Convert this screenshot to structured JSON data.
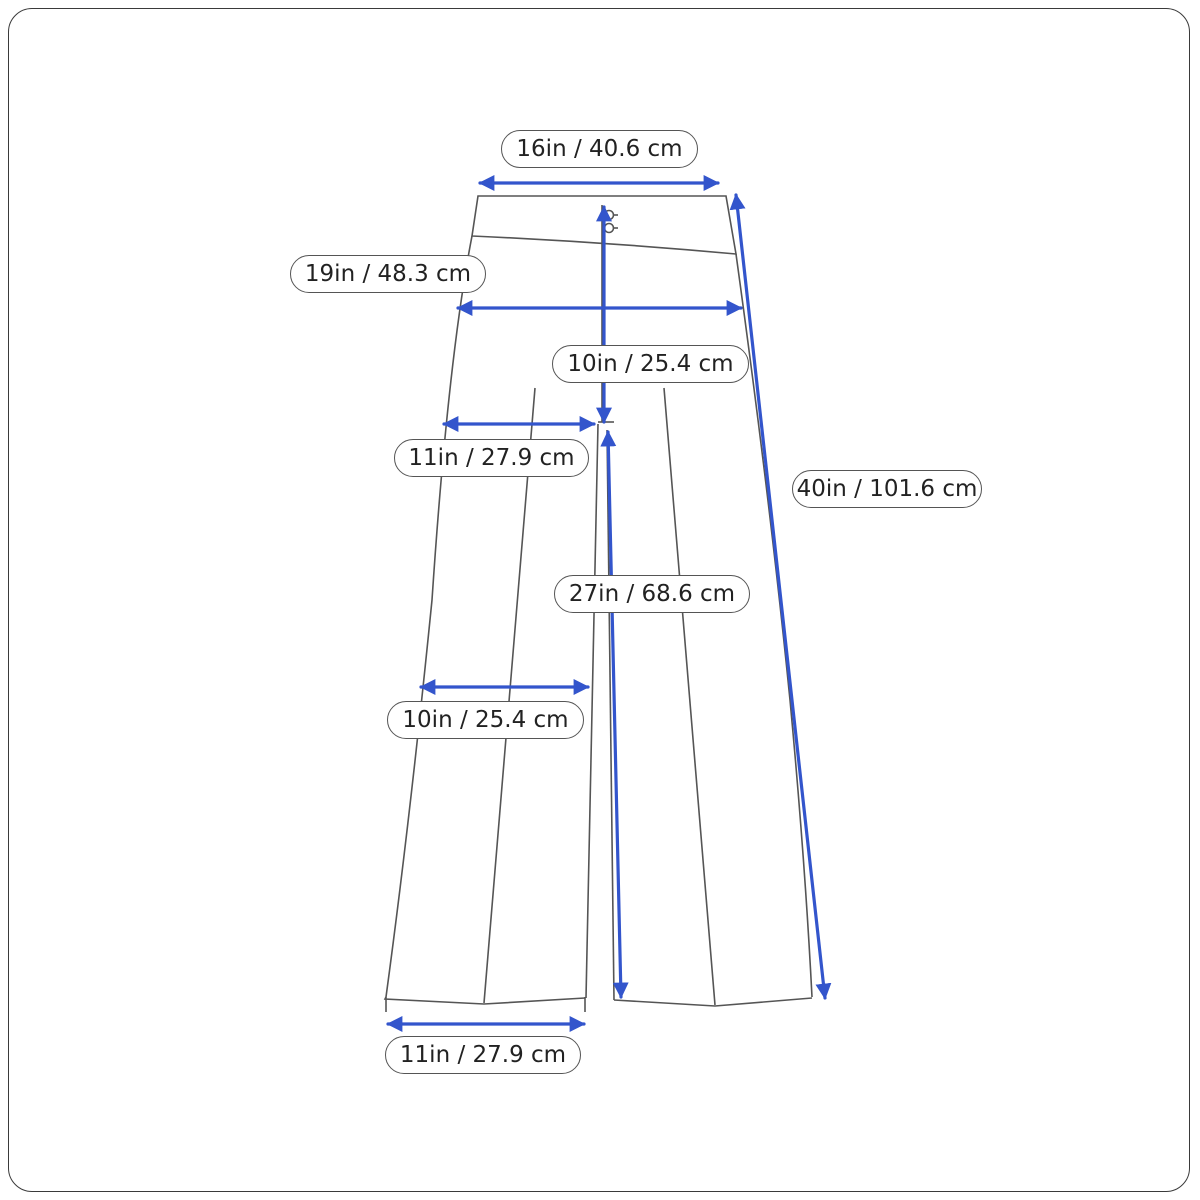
{
  "colors": {
    "outline": "#555555",
    "measure_arrow": "#3355cc",
    "label_border": "#555555",
    "label_text": "#222222"
  },
  "measurements": {
    "waist": "16in / 40.6 cm",
    "hip": "19in / 48.3 cm",
    "front_rise": "10in / 25.4 cm",
    "thigh": "11in / 27.9 cm",
    "total_length": "40in / 101.6 cm",
    "inseam": "27in / 68.6 cm",
    "knee": "10in / 25.4 cm",
    "leg_opening": "11in / 27.9 cm"
  }
}
